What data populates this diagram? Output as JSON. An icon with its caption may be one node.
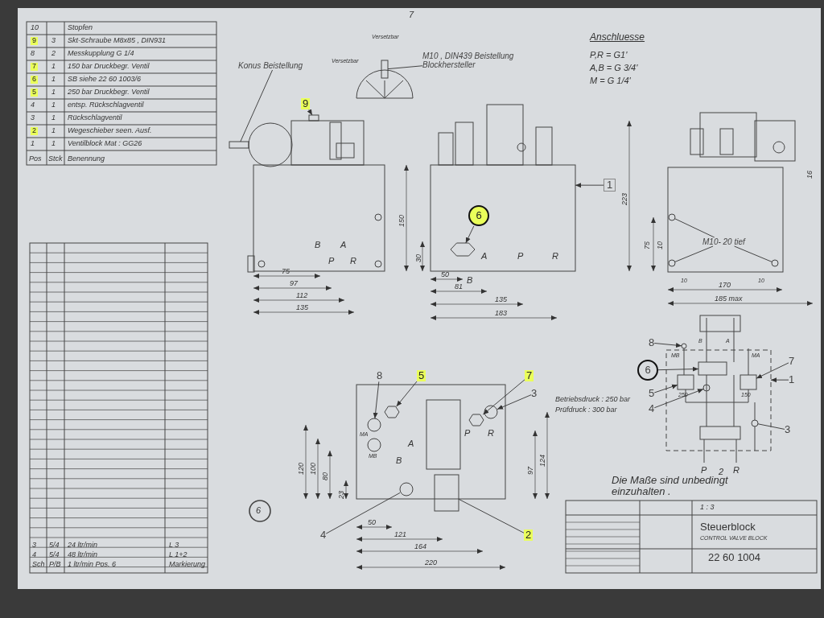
{
  "diagram": {
    "nodes": [
      {
        "text": [
          "Konus Beistellung"
        ]
      },
      {
        "text": [
          "9"
        ]
      },
      {
        "text": [
          "M10 , DIN439 Beistellung Blockhersteller"
        ]
      },
      {
        "text": [
          "1"
        ]
      },
      {
        "text": [
          "6"
        ],
        "in": 22
      },
      {
        "text": [
          "M10- 20 tief"
        ]
      },
      {
        "text": [
          "8"
        ]
      },
      {
        "text": [
          "5"
        ]
      },
      {
        "text": [
          "7"
        ]
      },
      {
        "text": [
          "3"
        ]
      },
      {
        "text": [
          "4"
        ]
      },
      {
        "text": [
          "2"
        ]
      },
      {
        "text": [
          "8"
        ]
      },
      {
        "text": [
          "6"
        ]
      },
      {
        "text": [
          "5"
        ]
      },
      {
        "text": [
          "4"
        ]
      },
      {
        "text": [
          "7"
        ]
      },
      {
        "text": [
          "1"
        ]
      },
      {
        "text": [
          "3"
        ]
      },
      {
        "text": [],
        "shape": "box"
      },
      {
        "text": [],
        "shape": "box"
      },
      {
        "text": [],
        "shape": "box"
      },
      {
        "text": [],
        "shape": "box"
      },
      {
        "text": [],
        "shape": "picture",
        "in": 22
      },
      {
        "text": [],
        "shape": "circle"
      },
      {
        "text": [],
        "shape": "circle"
      },
      {
        "text": [],
        "shape": "circle"
      },
      {
        "text": [],
        "shape": "circle"
      },
      {
        "text": [],
        "shape": "picture"
      },
      {
        "text": [],
        "shape": "picture"
      },
      {
        "text": [],
        "shape": "circle"
      },
      {
        "text": [],
        "shape": "circle"
      },
      {
        "text": [],
        "shape": "box"
      },
      {
        "text": [],
        "shape": "circle"
      },
      {
        "text": [],
        "shape": "box",
        "in": 38
      },
      {
        "text": [],
        "shape": "box",
        "in": 38
      },
      {
        "text": [],
        "shape": "circle",
        "in": 38
      },
      {
        "text": [],
        "shape": "box",
        "in": 38
      },
      {
        "text": [],
        "shape": "box"
      },
      {
        "text": [],
        "shape": "circle",
        "in": 38
      }
    ],
    "edges": [
      {
        "from": 0,
        "to": 19,
        "arrow": "none"
      },
      {
        "from": 1,
        "to": 20,
        "arrow": "to"
      },
      {
        "from": 2,
        "to": 21,
        "arrow": "none"
      },
      {
        "from": 3,
        "to": 22,
        "arrow": "to"
      },
      {
        "from": 4,
        "to": 23,
        "arrow": "to"
      },
      {
        "from": 5,
        "to": 24,
        "arrow": "none"
      },
      {
        "from": 5,
        "to": 25,
        "arrow": "none"
      },
      {
        "from": 5,
        "to": 26,
        "arrow": "none"
      },
      {
        "from": 6,
        "to": 27,
        "arrow": "to"
      },
      {
        "from": 7,
        "to": 28,
        "arrow": "to"
      },
      {
        "from": 8,
        "to": 29,
        "arrow": "to"
      },
      {
        "from": 9,
        "to": 30,
        "arrow": "to"
      },
      {
        "from": 10,
        "to": 31,
        "arrow": "none"
      },
      {
        "from": 11,
        "to": 32,
        "arrow": "none"
      },
      {
        "from": 12,
        "to": 33,
        "arrow": "to"
      },
      {
        "from": 13,
        "to": 34,
        "arrow": "to"
      },
      {
        "from": 14,
        "to": 35,
        "arrow": "to"
      },
      {
        "from": 15,
        "to": 36,
        "arrow": "to"
      },
      {
        "from": 16,
        "to": 37,
        "arrow": "to"
      },
      {
        "from": 17,
        "to": 38,
        "arrow": "to"
      },
      {
        "from": 18,
        "to": 39,
        "arrow": "none"
      }
    ],
    "labels": [
      "10",
      "Stopfen",
      "9",
      "3",
      "Skt-Schraube M8x85 , DIN931",
      "8",
      "2",
      "Messkupplung G 1/4",
      "7",
      "1",
      "150 bar Druckbegr. Ventil",
      "6",
      "1",
      "SB siehe 22 60 1003/6",
      "5",
      "1",
      "250 bar Druckbegr. Ventil",
      "4",
      "1",
      "entsp. Rückschlagventil",
      "3",
      "1",
      "Rückschlagventil",
      "2",
      "1",
      "Wegeschieber seen. Ausf.",
      "1",
      "1",
      "Ventilblock Mat : GG26",
      "Pos",
      "Stck",
      "Benennung",
      "3",
      "5/4",
      "24 ltr/min",
      "L 3",
      "4",
      "5/4",
      "48 ltr/min",
      "L 1+2",
      "Sch",
      "P/B",
      "1 ltr/min Pos. 6",
      "Markierung",
      "7",
      "Versetzbar",
      "Versetzbar",
      "Anschluesse",
      "P,R = G1'",
      "A,B = G 3/4'",
      "M = G 1/4'",
      "B",
      "A",
      "P",
      "R",
      "75",
      "97",
      "112",
      "135",
      "150",
      "30",
      "A",
      "P",
      "R",
      "50",
      "B",
      "81",
      "135",
      "183",
      "223",
      "16",
      "75",
      "10",
      "10",
      "10",
      "170",
      "185 max",
      "MA",
      "MB",
      "A",
      "B",
      "P",
      "R",
      "Betriebsdruck : 250 bar",
      "Prüfdruck : 300 bar",
      "120",
      "100",
      "80",
      "23",
      "97",
      "124",
      "50",
      "121",
      "164",
      "220",
      "6",
      "MB",
      "B",
      "A",
      "MA",
      "250",
      "150",
      "P",
      "2",
      "R",
      "Die Maße sind unbedingt einzuhalten .",
      "1 : 3",
      "Steuerblock",
      "CONTROL VALVE BLOCK",
      "22 60 1004"
    ]
  }
}
